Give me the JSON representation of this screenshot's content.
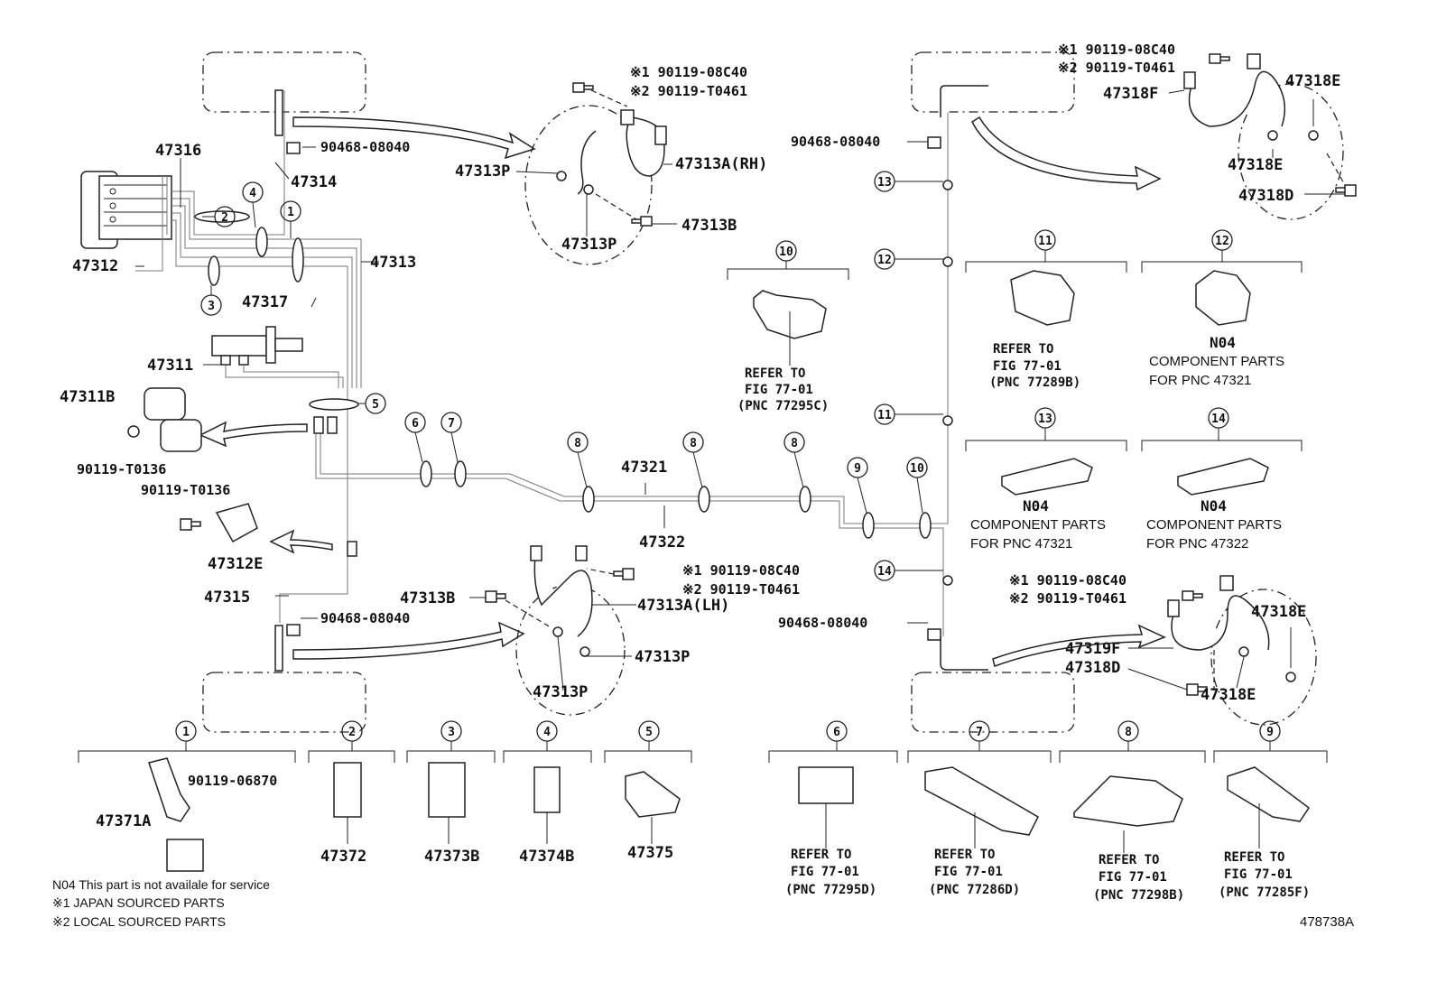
{
  "diagram_id": "478738A",
  "footnotes": {
    "n04": "N04  This part is not availale for service",
    "j1": "※1 JAPAN SOURCED PARTS",
    "j2": "※2 LOCAL SOURCED PARTS"
  },
  "callouts": [
    "1",
    "2",
    "3",
    "4",
    "5",
    "6",
    "7",
    "8",
    "9",
    "10",
    "11",
    "12",
    "13",
    "14"
  ],
  "labels": {
    "p47316": "47316",
    "p47314": "47314",
    "p47312": "47312",
    "p47313": "47313",
    "p47317": "47317",
    "p47311": "47311",
    "p47311B": "47311B",
    "p90119T0136a": "90119-T0136",
    "p90119T0136b": "90119-T0136",
    "p47312E": "47312E",
    "p47315": "47315",
    "p90468a": "90468-08040",
    "p90468b": "90468-08040",
    "p90468c": "90468-08040",
    "p90468d": "90468-08040",
    "p47321": "47321",
    "p47322": "47322",
    "fr_j1": "※1 90119-08C40",
    "fr_j2": "※2 90119-T0461",
    "p47313P_a": "47313P",
    "p47313P_b": "47313P",
    "p47313A_RH": "47313A(RH)",
    "p47313B_a": "47313B",
    "rl_j1": "※1 90119-08C40",
    "rl_j2": "※2 90119-T0461",
    "p47313B_b": "47313B",
    "p47313A_LH": "47313A(LH)",
    "p47313P_c": "47313P",
    "p47313P_d": "47313P",
    "rr_j1": "※1 90119-08C40",
    "rr_j2": "※2 90119-T0461",
    "p47318F": "47318F",
    "p47318E_a": "47318E",
    "p47318E_b": "47318E",
    "p47318D_a": "47318D",
    "lr_j1": "※1 90119-08C40",
    "lr_j2": "※2 90119-T0461",
    "p47318E_c": "47318E",
    "p47319F": "47319F",
    "p47318D_b": "47318D",
    "p47318E_d": "47318E",
    "p47371A": "47371A",
    "p90119_06870": "90119-06870",
    "p47372": "47372",
    "p47373B": "47373B",
    "p47374B": "47374B",
    "p47375": "47375",
    "c10_ref1": "REFER TO",
    "c10_ref2": "FIG 77-01",
    "c10_ref3": "(PNC 77295C)",
    "c11_ref1": "REFER TO",
    "c11_ref2": "FIG 77-01",
    "c11_ref3": "(PNC 77289B)",
    "c12_n": "N04",
    "c12_t1": "COMPONENT PARTS",
    "c12_t2": "FOR PNC 47321",
    "c13_n": "N04",
    "c13_t1": "COMPONENT PARTS",
    "c13_t2": "FOR PNC 47321",
    "c14_n": "N04",
    "c14_t1": "COMPONENT PARTS",
    "c14_t2": "FOR PNC 47322",
    "c6_ref1": "REFER TO",
    "c6_ref2": "FIG 77-01",
    "c6_ref3": "(PNC 77295D)",
    "c7_ref1": "REFER TO",
    "c7_ref2": "FIG 77-01",
    "c7_ref3": "(PNC 77286D)",
    "c8_ref1": "REFER TO",
    "c8_ref2": "FIG 77-01",
    "c8_ref3": "(PNC 77298B)",
    "c9_ref1": "REFER TO",
    "c9_ref2": "FIG 77-01",
    "c9_ref3": "(PNC 77285F)"
  }
}
